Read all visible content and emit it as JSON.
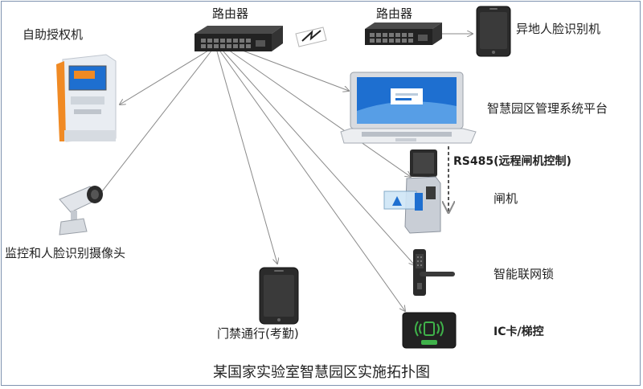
{
  "diagram": {
    "title": "某国家实验室智慧园区实施拓扑图",
    "nodes": {
      "router_main": {
        "label": "路由器",
        "icon": "network-switch-icon"
      },
      "router_remote": {
        "label": "路由器",
        "icon": "network-switch-icon"
      },
      "remote_face": {
        "label": "异地人脸识别机",
        "icon": "face-recognition-terminal-icon"
      },
      "kiosk": {
        "label": "自助授权机",
        "icon": "self-service-kiosk-icon"
      },
      "platform": {
        "label": "智慧园区管理系统平台",
        "icon": "laptop-icon"
      },
      "rs485": {
        "label": "RS485(远程闸机控制)"
      },
      "turnstile": {
        "label": "闸机",
        "icon": "turnstile-gate-icon"
      },
      "camera": {
        "label": "监控和人脸识别摄像头",
        "icon": "cctv-camera-icon"
      },
      "smart_lock": {
        "label": "智能联网锁",
        "icon": "smart-door-lock-icon"
      },
      "access": {
        "label": "门禁通行(考勤)",
        "icon": "access-control-terminal-icon"
      },
      "ic_card": {
        "label": "IC卡/梯控",
        "icon": "ic-card-reader-icon"
      }
    },
    "colors": {
      "line": "#8a8a8a",
      "screen_blue": "#1e6fd0",
      "kiosk_orange": "#f08a24",
      "device_dark": "#2b2b2b",
      "card_green": "#3fb24a"
    }
  }
}
